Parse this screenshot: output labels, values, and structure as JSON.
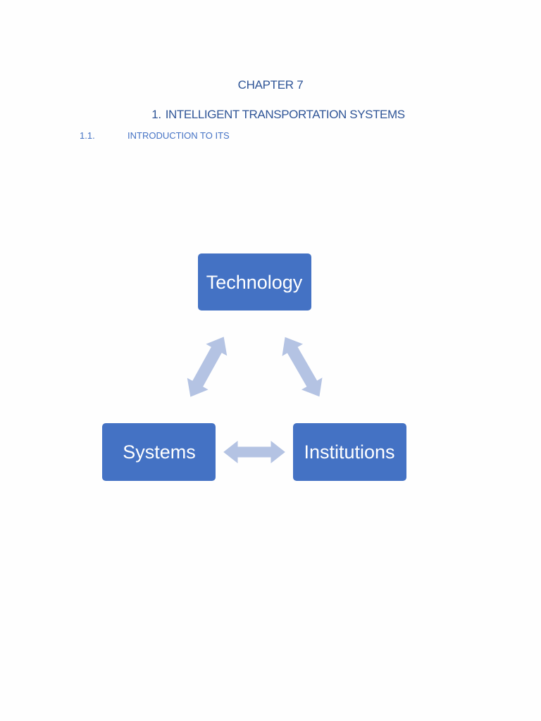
{
  "document": {
    "chapter_title": "CHAPTER 7",
    "section": {
      "number": "1.",
      "title": "INTELLIGENT TRANSPORTATION SYSTEMS"
    },
    "subsection": {
      "number": "1.1.",
      "title": "INTRODUCTION TO ITS"
    }
  },
  "diagram": {
    "nodes": {
      "top": "Technology",
      "bottom_left": "Systems",
      "bottom_right": "Institutions"
    },
    "colors": {
      "node_fill": "#4472c4",
      "arrow_fill": "#b4c3e3",
      "heading_text": "#2f5597",
      "subheading_text": "#4472c4"
    }
  }
}
